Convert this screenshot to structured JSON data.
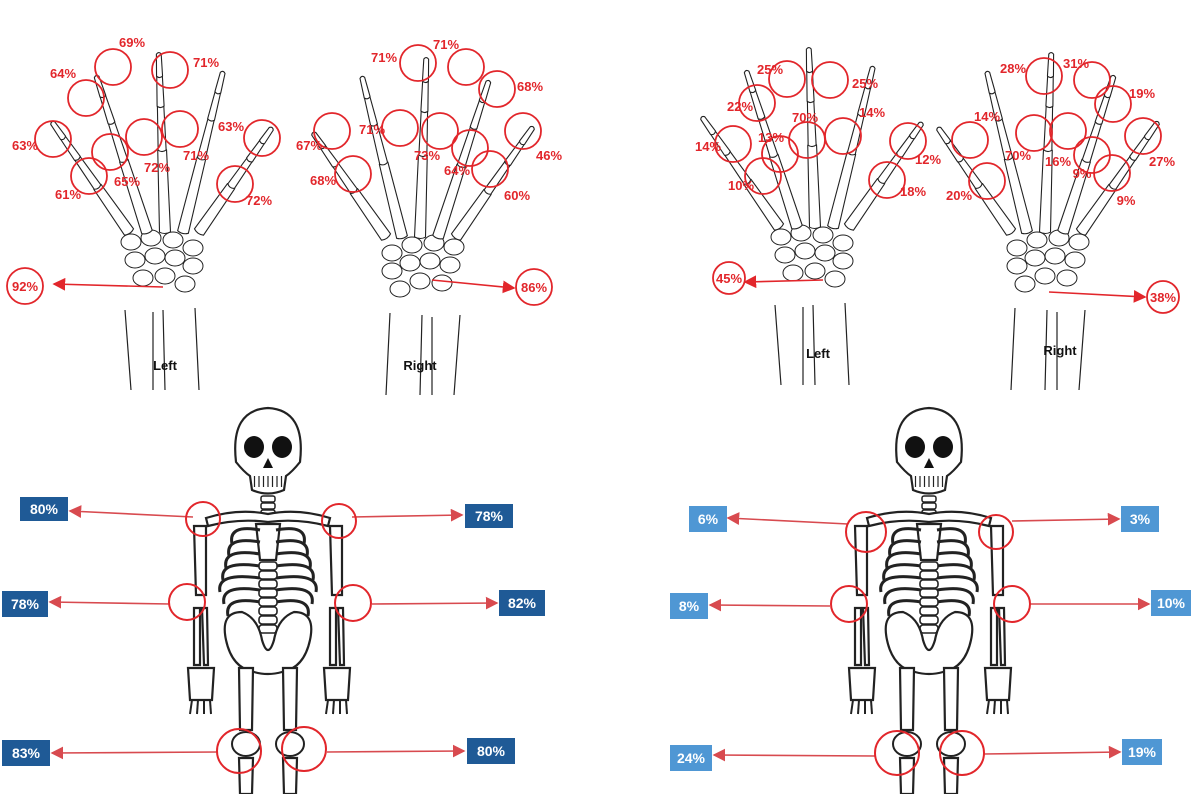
{
  "colors": {
    "red": "#e2262b",
    "arrow": "#d84a4f",
    "dark_box": "#1f5a96",
    "light_box": "#4f97d4",
    "bone": "#222222"
  },
  "hands": [
    {
      "captions": {
        "left": "Left",
        "right": "Right"
      },
      "wrist": {
        "left": "92%",
        "right": "86%"
      },
      "joints": {
        "left": [
          "69%",
          "71%",
          "64%",
          "63%",
          "63%",
          "61%",
          "65%",
          "72%",
          "71%",
          "72%"
        ],
        "right": [
          "71%",
          "71%",
          "68%",
          "67%",
          "71%",
          "73%",
          "64%",
          "46%",
          "68%",
          "60%"
        ]
      }
    },
    {
      "captions": {
        "left": "Left",
        "right": "Right"
      },
      "wrist": {
        "left": "45%",
        "right": "38%"
      },
      "joints": {
        "left": [
          "25%",
          "25%",
          "22%",
          "70%",
          "14%",
          "13%",
          "14%",
          "10%",
          "12%",
          "18%"
        ],
        "right": [
          "28%",
          "31%",
          "19%",
          "14%",
          "70%",
          "16%",
          "27%",
          "9%",
          "20%",
          "9%"
        ]
      }
    }
  ],
  "skeletons": [
    {
      "style": "dark",
      "shoulder": {
        "left": "80%",
        "right": "78%"
      },
      "elbow": {
        "left": "78%",
        "right": "82%"
      },
      "knee": {
        "left": "83%",
        "right": "80%"
      }
    },
    {
      "style": "light",
      "shoulder": {
        "left": "6%",
        "right": "3%"
      },
      "elbow": {
        "left": "8%",
        "right": "10%"
      },
      "knee": {
        "left": "24%",
        "right": "19%"
      }
    }
  ]
}
